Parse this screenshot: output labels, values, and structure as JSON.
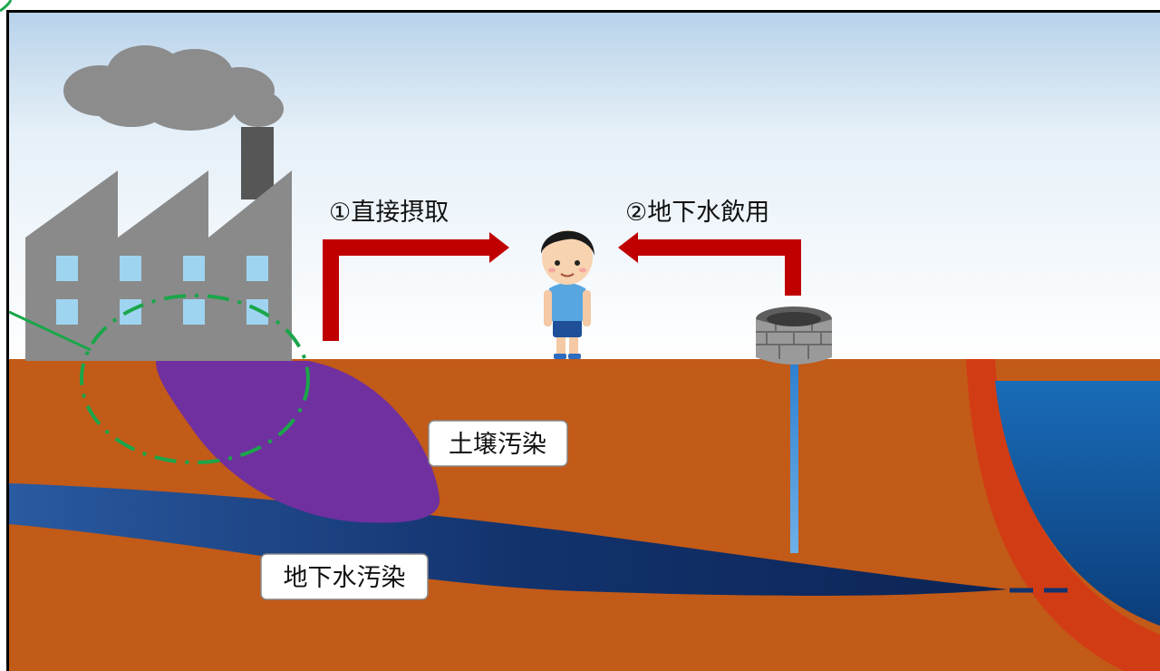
{
  "labels": {
    "direct_intake": "①直接摂取",
    "groundwater_drinking": "②地下水飲用",
    "soil_contamination": "土壌汚染",
    "groundwater_contamination": "地下水汚染"
  },
  "colors": {
    "soil": "#c25a18",
    "contamination_plume": "#7030a0",
    "groundwater": "#1d4a8c",
    "arrow": "#c00000",
    "sea": "#1565b0",
    "sea_edge": "#d23c14",
    "factory": "#8a8a8a",
    "window": "#9fd4f0",
    "dashed_circle": "#1aa64a"
  }
}
